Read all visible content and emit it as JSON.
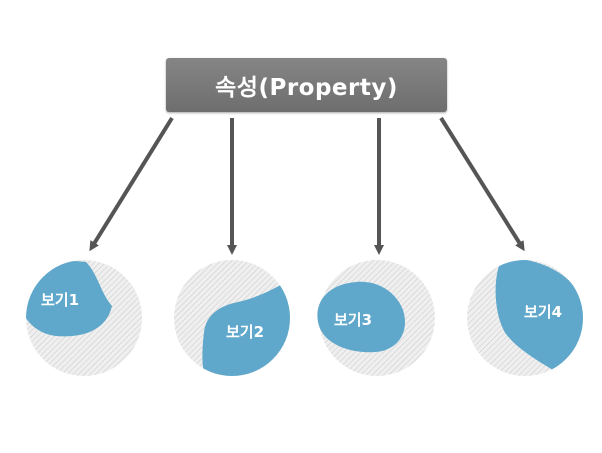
{
  "diagram": {
    "title": "속성(Property)",
    "views": [
      {
        "label": "보기1"
      },
      {
        "label": "보기2"
      },
      {
        "label": "보기3"
      },
      {
        "label": "보기4"
      }
    ],
    "colors": {
      "title_bg": "#777777",
      "title_text": "#ffffff",
      "arrow": "#555555",
      "circle_bg": "#ececec",
      "circle_hatch": "#c8c8c8",
      "region": "#5fa8cb",
      "label_text": "#ffffff"
    }
  }
}
